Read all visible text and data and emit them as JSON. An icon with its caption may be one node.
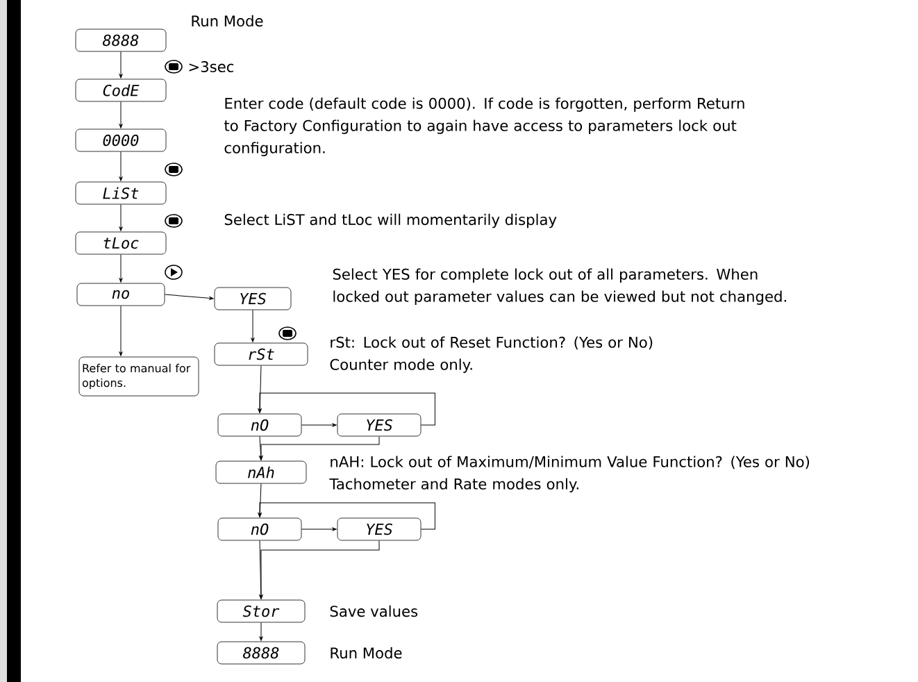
{
  "diagram": {
    "nodes": [
      {
        "text": [
          "8888"
        ]
      },
      {
        "text": [
          "CodE"
        ]
      },
      {
        "text": [
          "0000"
        ]
      },
      {
        "text": [
          "LiSt"
        ]
      },
      {
        "text": [
          "tLoc"
        ]
      },
      {
        "text": [
          "no"
        ]
      },
      {
        "text": [
          "YES"
        ]
      },
      {
        "text": [
          "Refer to manual for options."
        ]
      },
      {
        "text": [
          "rSt"
        ]
      },
      {
        "text": [
          "nO"
        ]
      },
      {
        "text": [
          "YES"
        ]
      },
      {
        "text": [
          "nAh"
        ]
      },
      {
        "text": [
          "nO"
        ]
      },
      {
        "text": [
          "YES"
        ]
      },
      {
        "text": [
          "Stor"
        ]
      },
      {
        "text": [
          "8888"
        ]
      }
    ],
    "edges": [
      {
        "from": 0,
        "to": 1,
        "arrow": "to"
      },
      {
        "from": 1,
        "to": 2,
        "arrow": "to"
      },
      {
        "from": 2,
        "to": 3,
        "arrow": "to"
      },
      {
        "from": 3,
        "to": 4,
        "arrow": "to"
      },
      {
        "from": 4,
        "to": 5,
        "arrow": "to"
      },
      {
        "from": 5,
        "to": 6,
        "arrow": "to"
      },
      {
        "from": 5,
        "to": 7,
        "arrow": "to"
      },
      {
        "from": 6,
        "to": 8,
        "arrow": "to"
      },
      {
        "from": 8,
        "to": 9,
        "arrow": "to"
      },
      {
        "from": 9,
        "to": 10,
        "arrow": "to"
      },
      {
        "from": 10,
        "to": 9,
        "arrow": "to"
      },
      {
        "from": 9,
        "to": 11,
        "arrow": "to"
      },
      {
        "from": 10,
        "to": 11,
        "arrow": "to"
      },
      {
        "from": 11,
        "to": 12,
        "arrow": "to"
      },
      {
        "from": 12,
        "to": 13,
        "arrow": "to"
      },
      {
        "from": 13,
        "to": 12,
        "arrow": "to"
      },
      {
        "from": 12,
        "to": 14,
        "arrow": "to"
      },
      {
        "from": 13,
        "to": 14,
        "arrow": "to"
      },
      {
        "from": 14,
        "to": 15,
        "arrow": "to"
      }
    ],
    "labels": [
      "Run Mode",
      ">3sec",
      "Enter code (default code is 0000). If code is forgotten, perform Return to Factory Configuration to again have access to parameters lock out configuration.",
      "Select LiST and tLoc will momentarily display",
      "Select YES for complete lock out of all parameters. When locked out parameter values can be viewed but not changed.",
      "rSt: Lock out of Reset Function? (Yes or No) Counter mode only.",
      "nAH: Lock out of Maximum/Minimum Value Function? (Yes or No) Tachometer and Rate modes only.",
      "Save values",
      "Run Mode"
    ]
  }
}
